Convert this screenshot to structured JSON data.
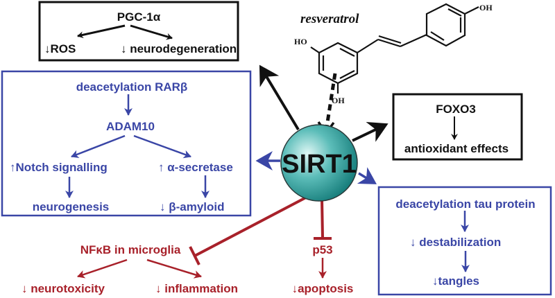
{
  "colors": {
    "black": "#111111",
    "blue": "#3a46a6",
    "red": "#a8212a",
    "sirt1_fill": "#2f9c9a",
    "sirt1_highlight": "#c8f0ee"
  },
  "center": {
    "label": "SIRT1"
  },
  "resveratrol": {
    "name": "resveratrol",
    "substituents": [
      "OH",
      "HO",
      "OH"
    ]
  },
  "pgc_box": {
    "title": "PGC-1α",
    "outcomes": [
      "↓ROS",
      "↓ neurodegeneration"
    ]
  },
  "rar_box": {
    "title": "deacetylation RARβ",
    "mid": "ADAM10",
    "branches": [
      {
        "label": "↑Notch signalling",
        "result": "neurogenesis"
      },
      {
        "label": "↑ α-secretase",
        "result": "↓ β-amyloid"
      }
    ]
  },
  "foxo_box": {
    "title": "FOXO3",
    "result": "antioxidant effects"
  },
  "tau_box": {
    "title": "deacetylation tau protein",
    "steps": [
      "↓ destabilization",
      "↓tangles"
    ]
  },
  "nfkb": {
    "title": "NFκB in microglia",
    "outcomes": [
      "↓ neurotoxicity",
      "↓ inflammation"
    ]
  },
  "p53": {
    "title": "p53",
    "outcome": "↓apoptosis"
  }
}
